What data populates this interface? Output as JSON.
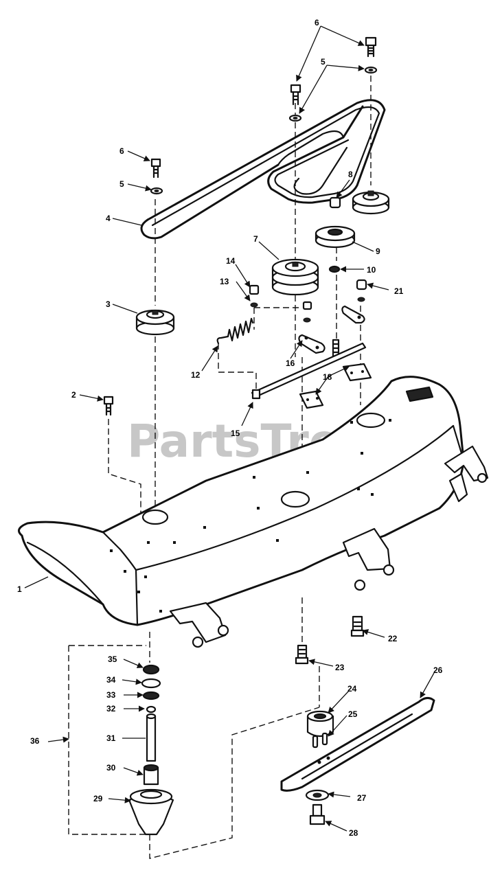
{
  "watermark": "PartsTree",
  "callouts": [
    "1",
    "2",
    "3",
    "4",
    "5",
    "5",
    "6",
    "6",
    "7",
    "8",
    "9",
    "10",
    "12",
    "13",
    "14",
    "15",
    "16",
    "18",
    "21",
    "22",
    "23",
    "24",
    "25",
    "26",
    "27",
    "28",
    "29",
    "30",
    "31",
    "32",
    "33",
    "34",
    "35",
    "36"
  ]
}
